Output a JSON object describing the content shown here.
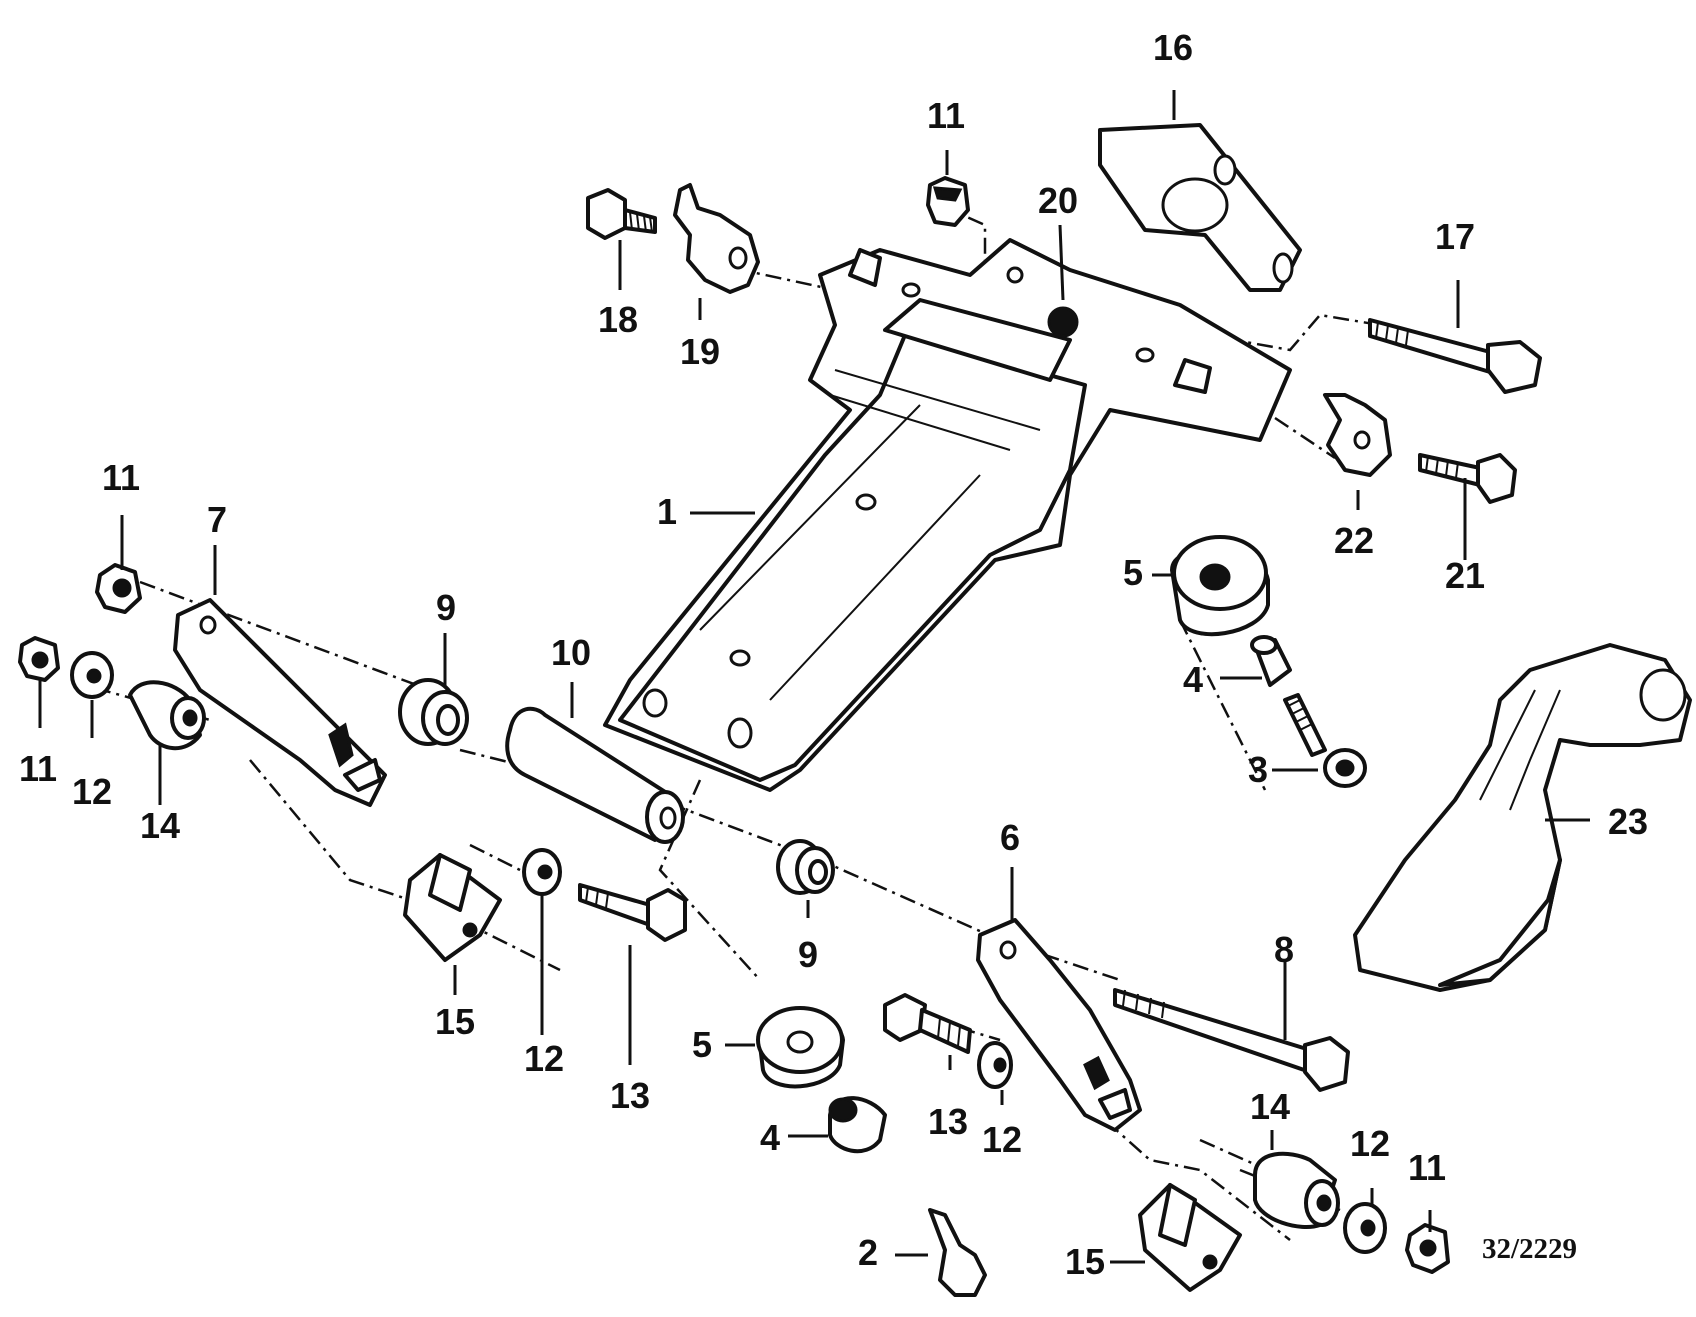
{
  "diagram": {
    "reference_number": "32/2229",
    "callouts": [
      {
        "id": "c1",
        "label": "1"
      },
      {
        "id": "c2",
        "label": "2"
      },
      {
        "id": "c3",
        "label": "3"
      },
      {
        "id": "c4a",
        "label": "4"
      },
      {
        "id": "c4b",
        "label": "4"
      },
      {
        "id": "c5a",
        "label": "5"
      },
      {
        "id": "c5b",
        "label": "5"
      },
      {
        "id": "c6",
        "label": "6"
      },
      {
        "id": "c7",
        "label": "7"
      },
      {
        "id": "c8",
        "label": "8"
      },
      {
        "id": "c9a",
        "label": "9"
      },
      {
        "id": "c9b",
        "label": "9"
      },
      {
        "id": "c10",
        "label": "10"
      },
      {
        "id": "c11a",
        "label": "11"
      },
      {
        "id": "c11b",
        "label": "11"
      },
      {
        "id": "c11c",
        "label": "11"
      },
      {
        "id": "c11d",
        "label": "11"
      },
      {
        "id": "c12a",
        "label": "12"
      },
      {
        "id": "c12b",
        "label": "12"
      },
      {
        "id": "c12c",
        "label": "12"
      },
      {
        "id": "c12d",
        "label": "12"
      },
      {
        "id": "c13a",
        "label": "13"
      },
      {
        "id": "c13b",
        "label": "13"
      },
      {
        "id": "c14a",
        "label": "14"
      },
      {
        "id": "c14b",
        "label": "14"
      },
      {
        "id": "c15a",
        "label": "15"
      },
      {
        "id": "c15b",
        "label": "15"
      },
      {
        "id": "c16",
        "label": "16"
      },
      {
        "id": "c17",
        "label": "17"
      },
      {
        "id": "c18",
        "label": "18"
      },
      {
        "id": "c19",
        "label": "19"
      },
      {
        "id": "c20",
        "label": "20"
      },
      {
        "id": "c21",
        "label": "21"
      },
      {
        "id": "c22",
        "label": "22"
      },
      {
        "id": "c23",
        "label": "23"
      }
    ]
  }
}
